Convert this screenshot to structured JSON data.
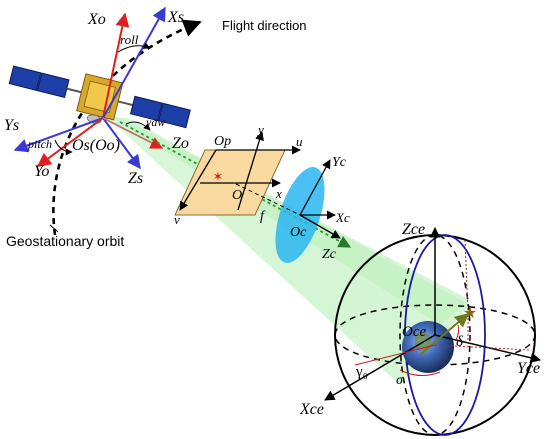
{
  "labels": {
    "xo": "Xo",
    "xs": "Xs",
    "roll": "roll",
    "flight_direction": "Flight direction",
    "ys": "Ys",
    "pitch": "pitch",
    "os_oo": "Os(Oo)",
    "yaw": "yaw",
    "zo": "Zo",
    "yo": "Yo",
    "zs": "Zs",
    "op": "Op",
    "y": "y",
    "u": "u",
    "x": "x",
    "o": "O",
    "v": "v",
    "f": "f",
    "yc": "Yc",
    "xc": "Xc",
    "oc": "Oc",
    "zc": "Zc",
    "geostationary_orbit": "Geostationary orbit",
    "zce": "Zce",
    "oce": "Oce",
    "delta": "δ",
    "gamma0": "γ₀",
    "sigma": "σ",
    "yce": "Yce",
    "xce": "Xce"
  },
  "colors": {
    "orbit": "#000000",
    "roll_axis": "#e02020",
    "body_axis": "#3a3ad0",
    "beam": "#9be89b",
    "focal_plane": "#f8d9a0",
    "lens": "#29b6f0",
    "sphere_meridian": "#1a1aa0",
    "los_vector": "#6b7a1e",
    "star": "#8b6914",
    "earth": "#3f6ab5"
  },
  "icons": [
    "satellite-icon",
    "star-icon",
    "earth-icon",
    "lens-icon"
  ]
}
